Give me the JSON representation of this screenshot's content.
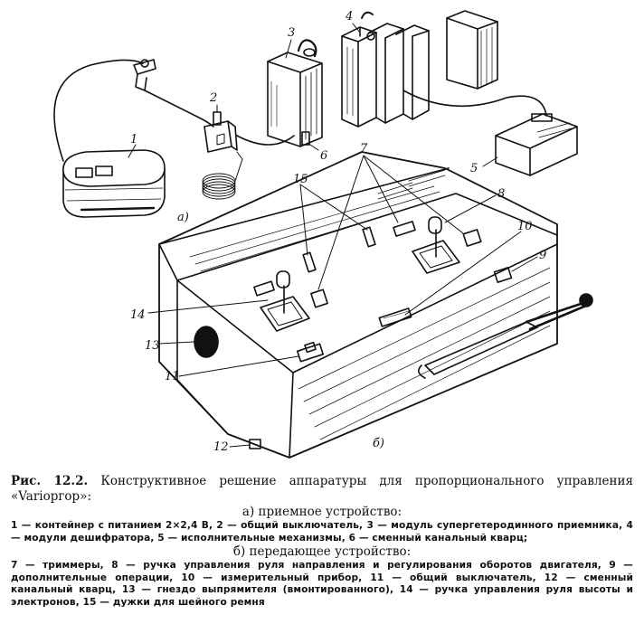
{
  "figure": {
    "part_a_label": "а)",
    "part_b_label": "б)",
    "callouts": {
      "c1": "1",
      "c2": "2",
      "c3": "3",
      "c4": "4",
      "c5": "5",
      "c6": "6",
      "c7": "7",
      "c8": "8",
      "c9": "9",
      "c10": "10",
      "c11": "11",
      "c12": "12",
      "c13": "13",
      "c14": "14",
      "c15": "15"
    }
  },
  "caption": {
    "figure_no": "Рис. 12.2.",
    "title": "Конструктивное решение аппаратуры для пропорционального управления «Variоргор»:",
    "part_a_heading": "а) приемное устройство:",
    "part_a_text": "1 — контейнер с питанием 2×2,4 В, 2 — общий выключатель, 3 — модуль супергетеродинного приемника, 4 — модули дешифратора, 5 — исполнительные механизмы, 6 — сменный канальный кварц;",
    "part_b_heading": "б) передающее устройство:",
    "part_b_text": "7 — триммеры, 8 — ручка управления руля направления и регулирования оборотов двигателя, 9 — дополнительные операции, 10 — измерительный прибор, 11 — общий выключатель, 12 — сменный канальный кварц, 13 — гнездо выпрямителя (вмонтированного), 14 — ручка управления руля высоты и электронов, 15 — дужки для шейного ремня"
  }
}
